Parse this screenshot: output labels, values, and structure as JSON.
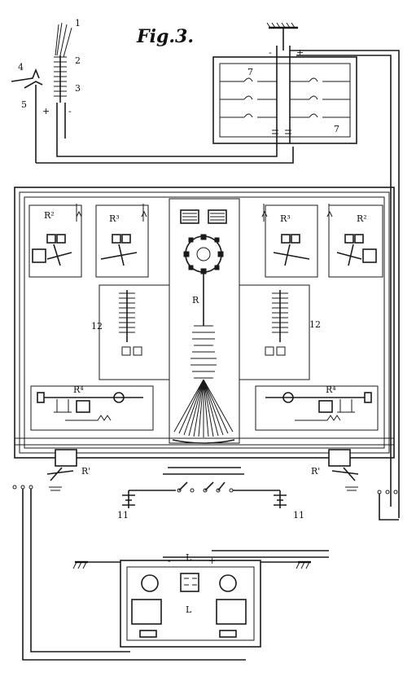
{
  "title": "Fig.3.",
  "labels": {
    "n1": "1",
    "n2": "2",
    "n3": "3",
    "n4": "4",
    "n5": "5",
    "n7a": "7",
    "n7b": "7",
    "r2_left": "R²",
    "r3_left": "R³",
    "r3_right": "R³",
    "r2_right": "R²",
    "r_center": "R",
    "n12_left": "12",
    "n12_right": "12",
    "r4_left": "R⁴",
    "r4_right": "R⁴",
    "r1_left": "R'",
    "r1_right": "R'",
    "n11_left": "11",
    "n11_right": "11",
    "l_top": "L",
    "l_bottom": "L",
    "plus": "+",
    "minus": "-"
  }
}
